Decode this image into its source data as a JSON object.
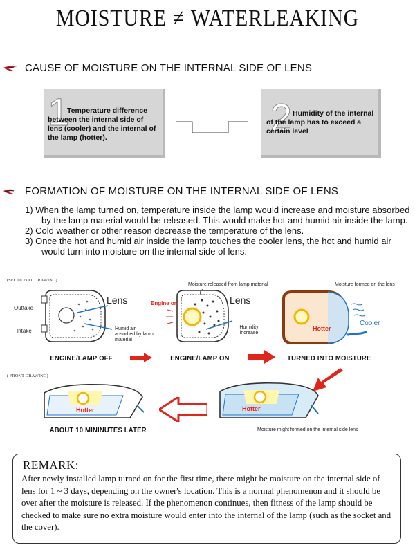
{
  "title": {
    "left": "MOISTURE",
    "symbol": "≠",
    "right": "WATERLEAKING"
  },
  "section1": {
    "heading": "CAUSE OF MOISTURE ON THE INTERNAL SIDE OF LENS",
    "box1": {
      "number": "1",
      "text": "Temperature difference between the internal side of lens (cooler) and the internal of the lamp (hotter)."
    },
    "box2": {
      "number": "2",
      "text": "Humidity of the internal of the lamp has to exceed a certain level"
    }
  },
  "section2": {
    "heading": "FORMATION OF MOISTURE ON THE INTERNAL SIDE OF LENS",
    "steps": [
      "1) When the lamp turned on, temperature inside the lamp would increase and moisture absorbed by the lamp material would be released. This would make hot and humid air inside the lamp.",
      "2) Cold weather or other reason decrease the temperature of the lens.",
      "3) Once the hot and humid air inside the lamp touches the cooler lens, the hot and humid air would turn into moisture on the internal side of lens."
    ]
  },
  "diagram": {
    "sectional_label": "(SECTIONAL DRAWING)",
    "front_label": "( FRONT DRAWING)",
    "outtake": "Outtake",
    "intake": "Intake",
    "lens": "Lens",
    "lens2": "Lens",
    "humid_air": "Humid air absorbed by lamp material",
    "moisture_released": "Moisture released from lamp material",
    "engine_on_tag": "Engine on",
    "humidity_increase": "Humidity increase",
    "moisture_formed": "Moisture formed on the lens",
    "hotter": "Hotter",
    "cooler": "Cooler",
    "hotter_front1": "Hotter",
    "hotter_front2": "Hotter",
    "moisture_might": "Moisture might formed on the internal side lens",
    "cap_off": "ENGINE/LAMP OFF",
    "cap_on": "ENGINE/LAMP ON",
    "cap_turned": "TURNED INTO MOISTURE",
    "cap_later": "ABOUT 10 MININUTES LATER"
  },
  "remark": {
    "title": "REMARK:",
    "body": "After newly installed lamp turned on for the first time, there might be moisture on the internal side of lens for 1 ~ 3 days, depending on the owner's location. This is a normal phenomenon and it should be over after the moisture is released. If the phenomenon continues, then fitness of the lamp should be checked to make sure no extra moisture would enter into the internal of the lamp (such as the socket and the cover)."
  },
  "colors": {
    "accent_red": "#e0261b",
    "blue": "#1f73c9",
    "box_gray": "#d6d6d6"
  }
}
